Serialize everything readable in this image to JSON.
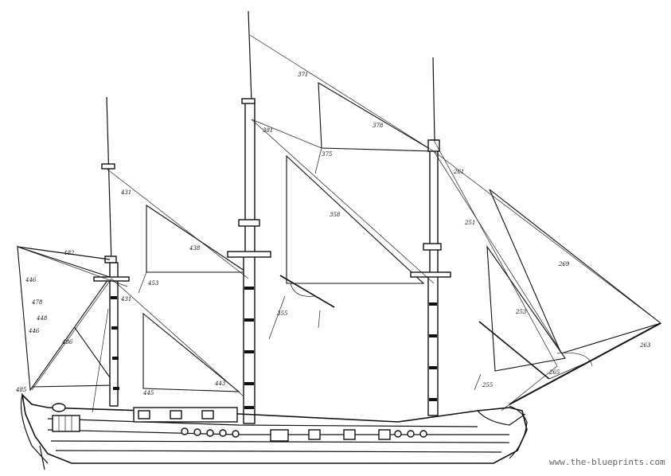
{
  "labels": {
    "a371": "371",
    "a378": "378",
    "a375": "375",
    "a381": "381",
    "a261": "261",
    "a251": "251",
    "a269": "269",
    "a253": "253",
    "a263": "263",
    "a265": "265",
    "a255": "255",
    "a358": "358",
    "a355": "355",
    "a431": "431",
    "a438": "438",
    "a453": "453",
    "a482": "482",
    "a431b": "431",
    "a446": "446",
    "a478": "478",
    "a448": "448",
    "a446b": "446",
    "a486": "486",
    "a445": "445",
    "a443": "443",
    "a485": "485"
  },
  "watermark": "www.the-blueprints.com"
}
